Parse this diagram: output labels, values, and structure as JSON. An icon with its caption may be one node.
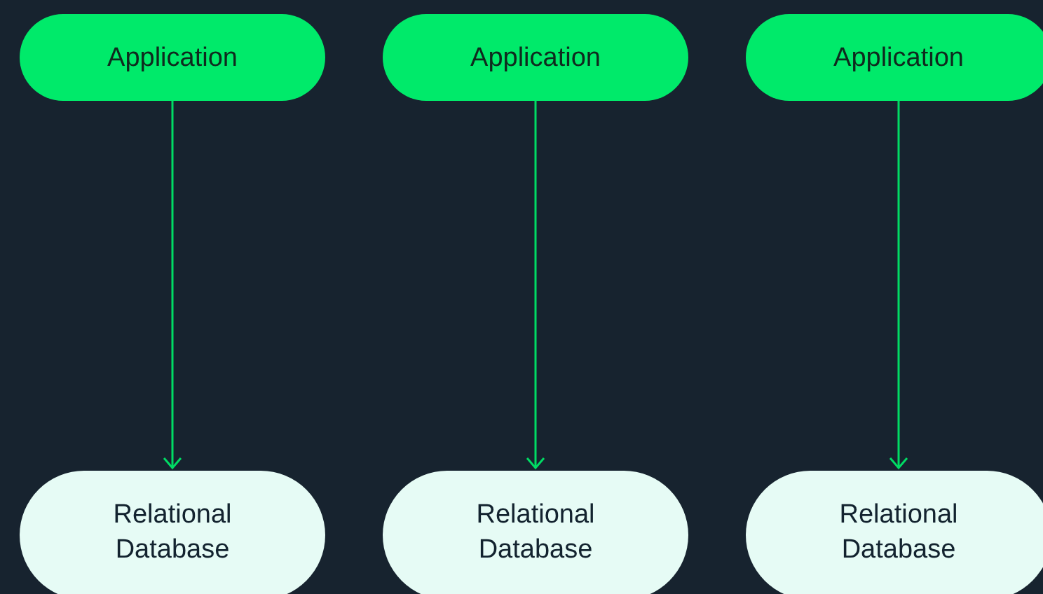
{
  "diagram": {
    "nodes": [
      {
        "text": [
          "Application"
        ]
      },
      {
        "text": [
          "Application"
        ]
      },
      {
        "text": [
          "Application"
        ]
      },
      {
        "text": [
          "Relational Database"
        ]
      },
      {
        "text": [
          "Relational Database"
        ]
      },
      {
        "text": [
          "Relational Database"
        ]
      }
    ],
    "edges": [
      {
        "from": 0,
        "to": 3,
        "arrow": "to"
      },
      {
        "from": 1,
        "to": 4,
        "arrow": "to"
      },
      {
        "from": 2,
        "to": 5,
        "arrow": "to"
      }
    ]
  }
}
